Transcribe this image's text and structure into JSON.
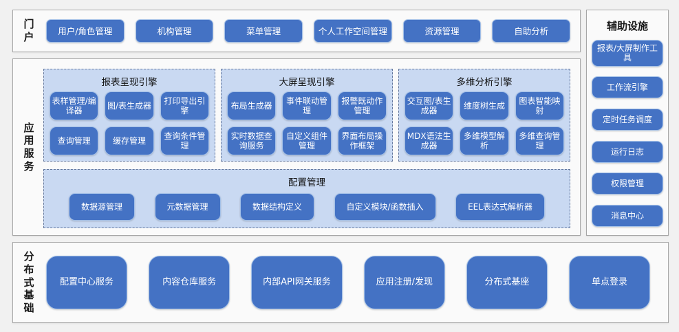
{
  "colors": {
    "page_bg": "#f1f1f1",
    "section_bg": "#fafafa",
    "section_border": "#a6a6a6",
    "button_blue": "#4472c4",
    "button_border_light": "#a3c0e8",
    "group_bg": "#c9d9f2",
    "group_dashed_border": "#64779c",
    "label_text": "#1a1a1a",
    "button_text": "#ffffff"
  },
  "portal": {
    "label": "门户",
    "buttons": [
      "用户/角色管理",
      "机构管理",
      "菜单管理",
      "个人工作空间管理",
      "资源管理",
      "自助分析"
    ]
  },
  "app_services": {
    "label": "应用服务",
    "groups": [
      {
        "title": "报表呈现引擎",
        "buttons": [
          "表样管理/编译器",
          "图/表生成器",
          "打印导出引擎",
          "查询管理",
          "缓存管理",
          "查询条件管理"
        ]
      },
      {
        "title": "大屏呈现引擎",
        "buttons": [
          "布局生成器",
          "事件联动管理",
          "报警既动作管理",
          "实时数据查询服务",
          "自定义组件管理",
          "界面布局操作框架"
        ]
      },
      {
        "title": "多维分析引擎",
        "buttons": [
          "交互图/表生成器",
          "维度树生成",
          "图表智能映射",
          "MDX语法生成器",
          "多维模型解析",
          "多维查询管理"
        ]
      }
    ],
    "config": {
      "title": "配置管理",
      "buttons": [
        "数据源管理",
        "元数据管理",
        "数据结构定义",
        "自定义模块/函数插入",
        "EEL表达式解析器"
      ]
    }
  },
  "auxiliary": {
    "title": "辅助设施",
    "buttons": [
      "报表/大屏制作工具",
      "工作流引擎",
      "定时任务调度",
      "运行日志",
      "权限管理",
      "消息中心"
    ]
  },
  "foundation": {
    "label": "分布式基础",
    "buttons": [
      "配置中心服务",
      "内容仓库服务",
      "内部API网关服务",
      "应用注册/发现",
      "分布式基座",
      "单点登录"
    ]
  }
}
